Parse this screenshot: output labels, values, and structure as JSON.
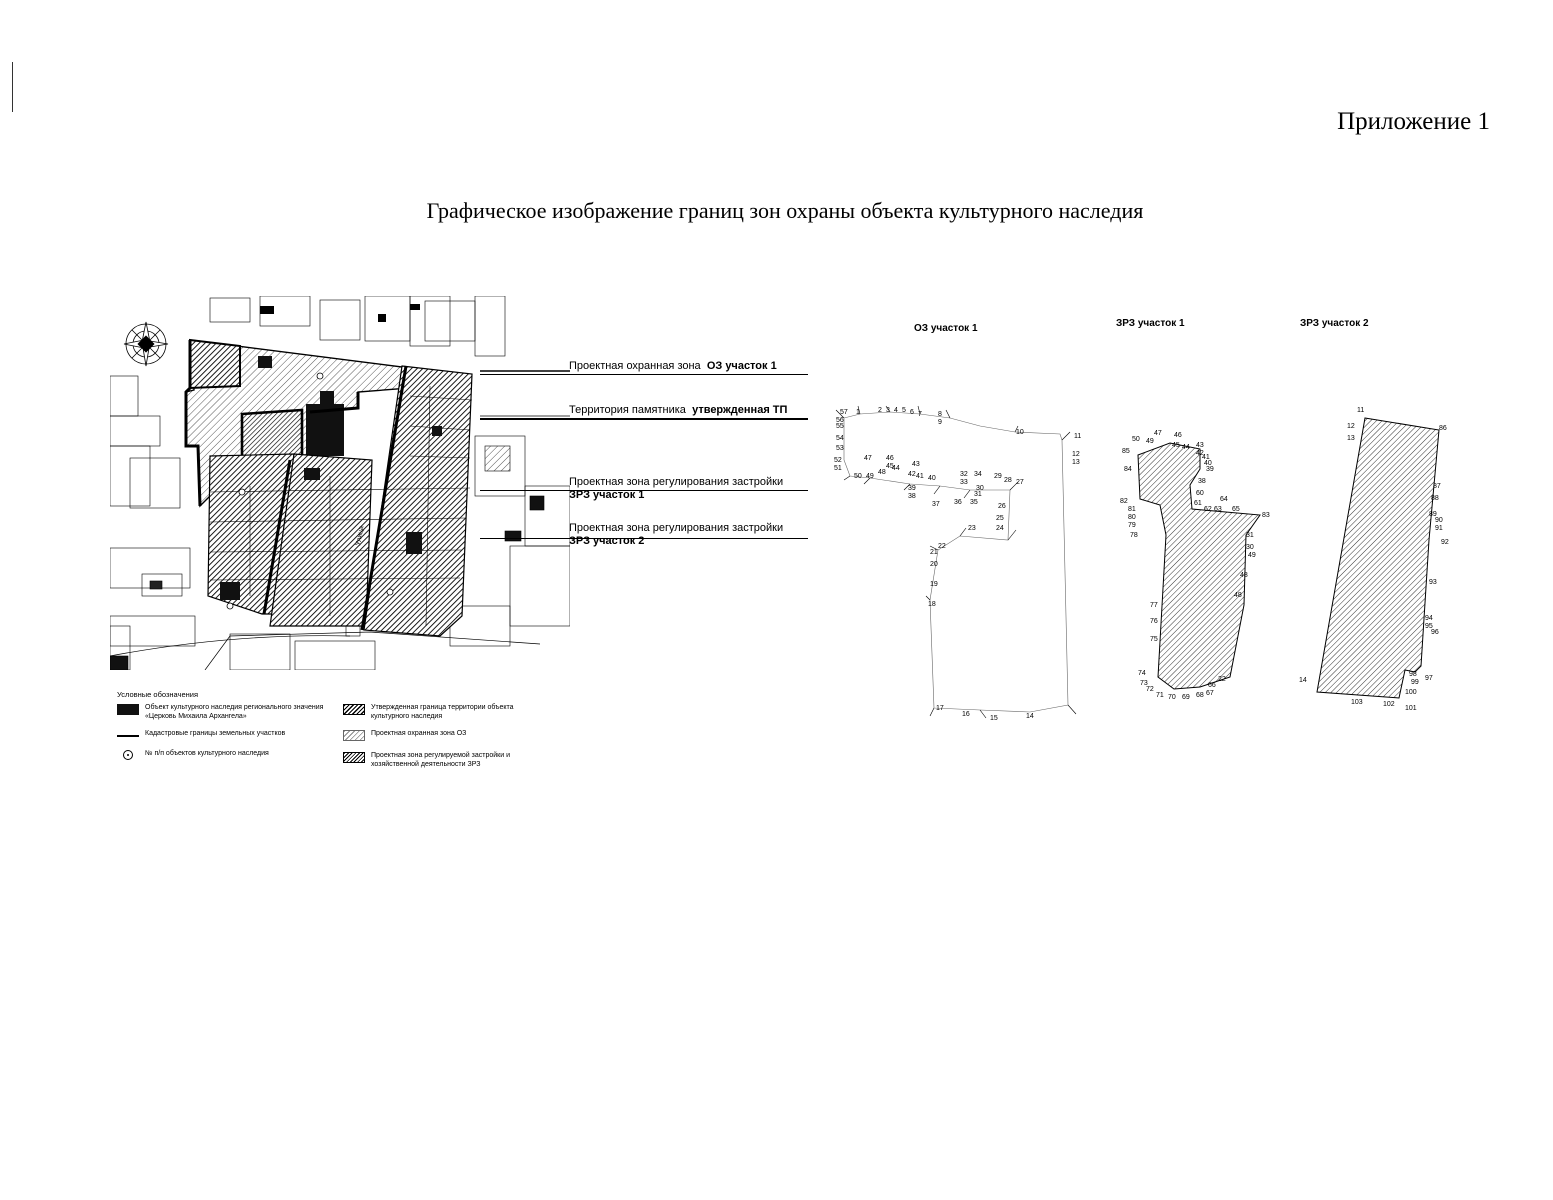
{
  "appendix": "Приложение 1",
  "title": "Графическое изображение границ зон охраны объекта культурного наследия",
  "zone_labels": [
    {
      "text": "Проектная охранная зона",
      "bold": "ОЗ участок 1"
    },
    {
      "text": "Территория памятника",
      "bold": "утвержденная ТП"
    },
    {
      "text": "Проектная зона регулирования застройки",
      "bold": "ЗРЗ участок 1"
    },
    {
      "text": "Проектная зона регулирования застройки",
      "bold": "ЗРЗ участок 2"
    }
  ],
  "plans": {
    "oz1": {
      "title": "ОЗ участок 1",
      "points": [
        "57",
        "1",
        "2",
        "3",
        "4",
        "5",
        "6",
        "7",
        "8",
        "9",
        "10",
        "11",
        "12",
        "13",
        "14",
        "15",
        "16",
        "17",
        "18",
        "19",
        "20",
        "21",
        "22",
        "23",
        "24",
        "25",
        "26",
        "27",
        "28",
        "29",
        "30",
        "31",
        "32",
        "33",
        "34",
        "35",
        "36",
        "37",
        "38",
        "39",
        "40",
        "41",
        "42",
        "43",
        "44",
        "45",
        "46",
        "47",
        "48",
        "49",
        "50",
        "51",
        "52",
        "53",
        "54",
        "55",
        "56"
      ]
    },
    "zrz1": {
      "title": "ЗРЗ участок 1",
      "points": [
        "50",
        "49",
        "47",
        "46",
        "45",
        "44",
        "43",
        "42",
        "41",
        "40",
        "39",
        "38",
        "60",
        "61",
        "62",
        "63",
        "64",
        "65",
        "83",
        "85",
        "84",
        "82",
        "81",
        "80",
        "79",
        "78",
        "77",
        "76",
        "75",
        "74",
        "73",
        "72",
        "71",
        "70",
        "69",
        "68",
        "67",
        "66",
        "22",
        "31",
        "30",
        "49",
        "48"
      ]
    },
    "zrz2": {
      "title": "ЗРЗ участок 2",
      "points": [
        "11",
        "12",
        "13",
        "86",
        "87",
        "88",
        "89",
        "90",
        "91",
        "92",
        "93",
        "94",
        "95",
        "96",
        "97",
        "98",
        "99",
        "100",
        "101",
        "102",
        "103",
        "14"
      ]
    }
  },
  "legend": {
    "title": "Условные обозначения",
    "items": [
      "Объект культурного наследия регионального значения «Церковь Михаила Архангела»",
      "Кадастровые границы земельных участков",
      "№ п/п объектов культурного наследия",
      "Утвержденная граница территории объекта культурного наследия",
      "Проектная охранная зона ОЗ",
      "Проектная зона регулируемой застройки и хозяйственной деятельности ЗРЗ"
    ]
  },
  "map": {
    "street_label": "Улица"
  }
}
